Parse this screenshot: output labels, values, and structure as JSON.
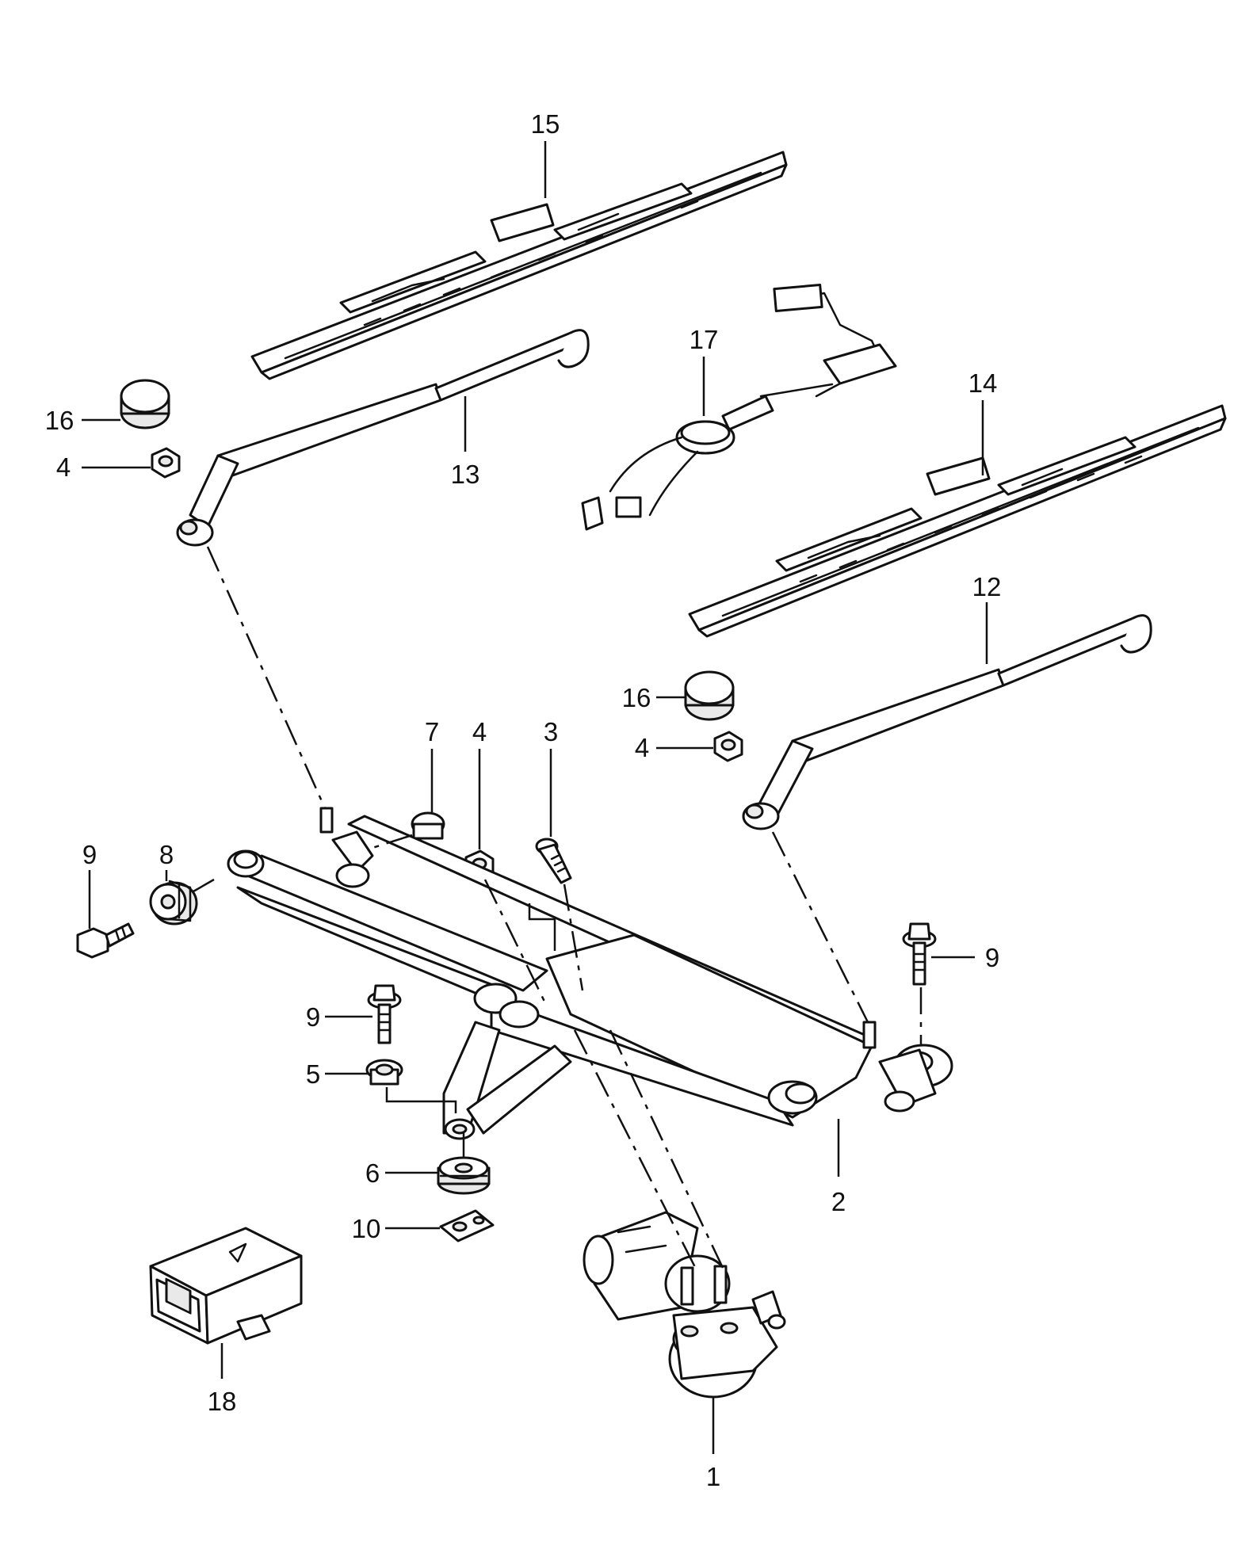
{
  "diagram": {
    "callouts": [
      {
        "id": "15",
        "text": "15"
      },
      {
        "id": "17",
        "text": "17"
      },
      {
        "id": "14",
        "text": "14"
      },
      {
        "id": "16a",
        "text": "16"
      },
      {
        "id": "4a",
        "text": "4"
      },
      {
        "id": "13",
        "text": "13"
      },
      {
        "id": "12",
        "text": "12"
      },
      {
        "id": "16b",
        "text": "16"
      },
      {
        "id": "4b",
        "text": "4"
      },
      {
        "id": "7",
        "text": "7"
      },
      {
        "id": "4c",
        "text": "4"
      },
      {
        "id": "3",
        "text": "3"
      },
      {
        "id": "9a",
        "text": "9"
      },
      {
        "id": "8",
        "text": "8"
      },
      {
        "id": "9b",
        "text": "9"
      },
      {
        "id": "9c",
        "text": "9"
      },
      {
        "id": "5",
        "text": "5"
      },
      {
        "id": "6",
        "text": "6"
      },
      {
        "id": "10",
        "text": "10"
      },
      {
        "id": "2",
        "text": "2"
      },
      {
        "id": "18",
        "text": "18"
      },
      {
        "id": "1",
        "text": "1"
      }
    ]
  }
}
